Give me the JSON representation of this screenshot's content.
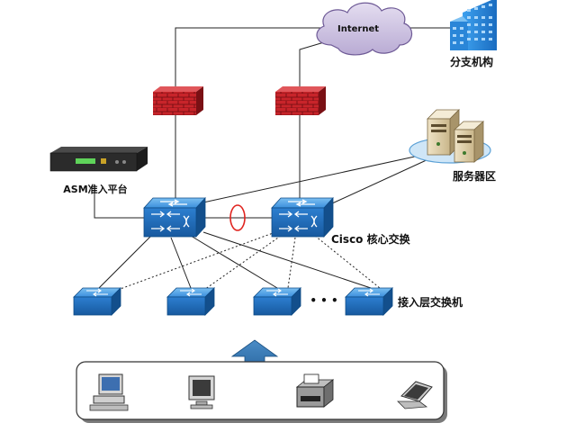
{
  "labels": {
    "internet": "Internet",
    "branch": "分支机构",
    "server_zone": "服务器区",
    "asm_platform": "ASM准入平台",
    "core_switch": "Cisco 核心交换",
    "access_switch": "接入层交换机",
    "ellipsis": "• • •"
  },
  "colors": {
    "switch_top": "#4fa3e6",
    "switch_front": "#1f6fc2",
    "firewall": "#c41f25",
    "cloud": "#c9bedf",
    "building": "#2b8ee0",
    "arrow": "#2f6fa8",
    "lag_ring": "#e0241f"
  },
  "icons": [
    "cloud-icon",
    "building-icon",
    "firewall-icon",
    "server-icon",
    "appliance-icon",
    "switch-icon",
    "desktop-pc-icon",
    "monitor-icon",
    "printer-icon",
    "laptop-icon",
    "up-arrow-icon"
  ]
}
